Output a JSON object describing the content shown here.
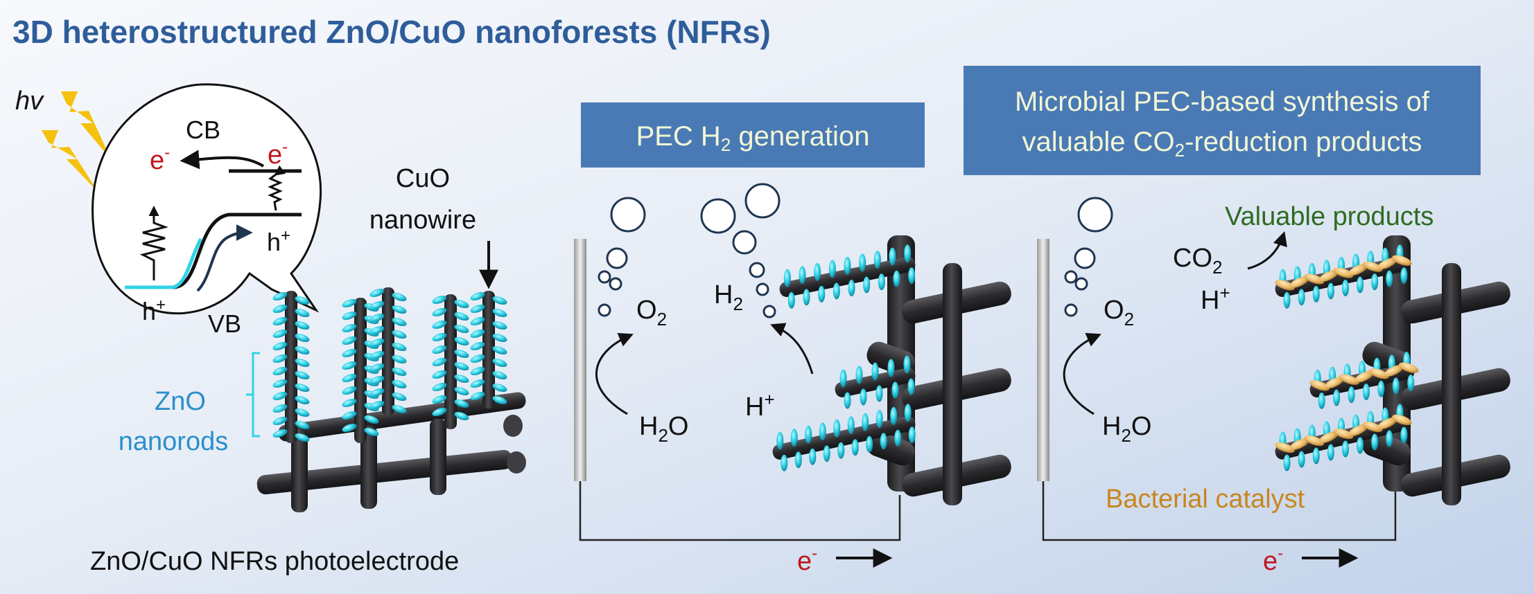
{
  "title": "3D heterostructured ZnO/CuO nanoforests (NFRs)",
  "colors": {
    "title": "#2f5d9a",
    "panel_box": "#4a7ab5",
    "panel_text": "#f2f7d6",
    "zno": "#2b8fcc",
    "electron": "#c0171d",
    "green": "#2e6b22",
    "orange": "#c8861f",
    "cyan": "#2fd3e6"
  },
  "left_panel": {
    "hv": "hv",
    "cb": "CB",
    "vb": "VB",
    "e_left": "e",
    "e_right": "e",
    "e_sup": "-",
    "h_right": "h",
    "h_left": "h",
    "h_sup": "+",
    "cuo_label_line1": "CuO",
    "cuo_label_line2": "nanowire",
    "zno_label_line1": "ZnO",
    "zno_label_line2": "nanorods",
    "caption": "ZnO/CuO NFRs photoelectrode"
  },
  "middle_panel": {
    "header_pre": "PEC H",
    "header_sub": "2",
    "header_post": " generation",
    "o2": "O",
    "o2_sub": "2",
    "h2": "H",
    "h2_sub": "2",
    "h2o": "H",
    "h2o_sub": "2",
    "h2o_post": "O",
    "hplus": "H",
    "hplus_sup": "+",
    "electron": "e",
    "electron_sup": "-"
  },
  "right_panel": {
    "header_line1": "Microbial PEC-based synthesis of",
    "header_line2_pre": "valuable CO",
    "header_line2_sub": "2",
    "header_line2_post": "-reduction products",
    "valuable_products": "Valuable products",
    "co2": "CO",
    "co2_sub": "2",
    "hplus": "H",
    "hplus_sup": "+",
    "o2": "O",
    "o2_sub": "2",
    "h2o": "H",
    "h2o_sub": "2",
    "h2o_post": "O",
    "bacterial": "Bacterial catalyst",
    "electron": "e",
    "electron_sup": "-"
  }
}
